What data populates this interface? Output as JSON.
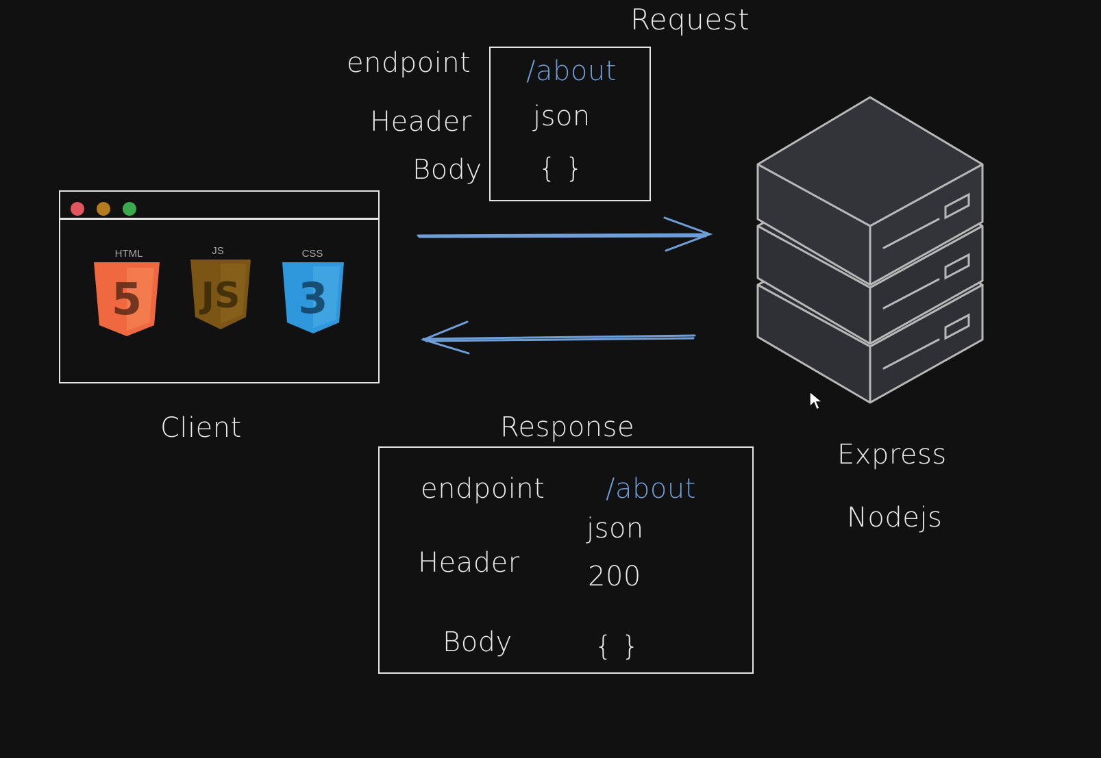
{
  "request": {
    "title": "Request",
    "rows": [
      {
        "key": "endpoint",
        "value": "/about"
      },
      {
        "key": "Header",
        "value": "json"
      },
      {
        "key": "Body",
        "value": "{ }"
      }
    ]
  },
  "response": {
    "title": "Response",
    "endpoint_key": "endpoint",
    "endpoint_value": "/about",
    "header_key": "Header",
    "header_value_1": "json",
    "header_value_2": "200",
    "body_key": "Body",
    "body_value": "{ }"
  },
  "client": {
    "label": "Client",
    "logos": [
      {
        "caption": "HTML",
        "glyph": "5",
        "icon": "html5-icon",
        "color": "#f0683f"
      },
      {
        "caption": "JS",
        "glyph": "JS",
        "icon": "js-icon",
        "color": "#7a5514"
      },
      {
        "caption": "CSS",
        "glyph": "3",
        "icon": "css3-icon",
        "color": "#2f98dc"
      }
    ],
    "window_dots": [
      "#e0555e",
      "#b57c1f",
      "#3aaa4f"
    ]
  },
  "server": {
    "label_1": "Express",
    "label_2": "Nodejs"
  },
  "colors": {
    "background": "#111112",
    "stroke": "#e6e6e6",
    "accent_blue": "#6f9fd8",
    "server_fill": "#2e3035",
    "server_stroke": "#b8b8b8"
  }
}
